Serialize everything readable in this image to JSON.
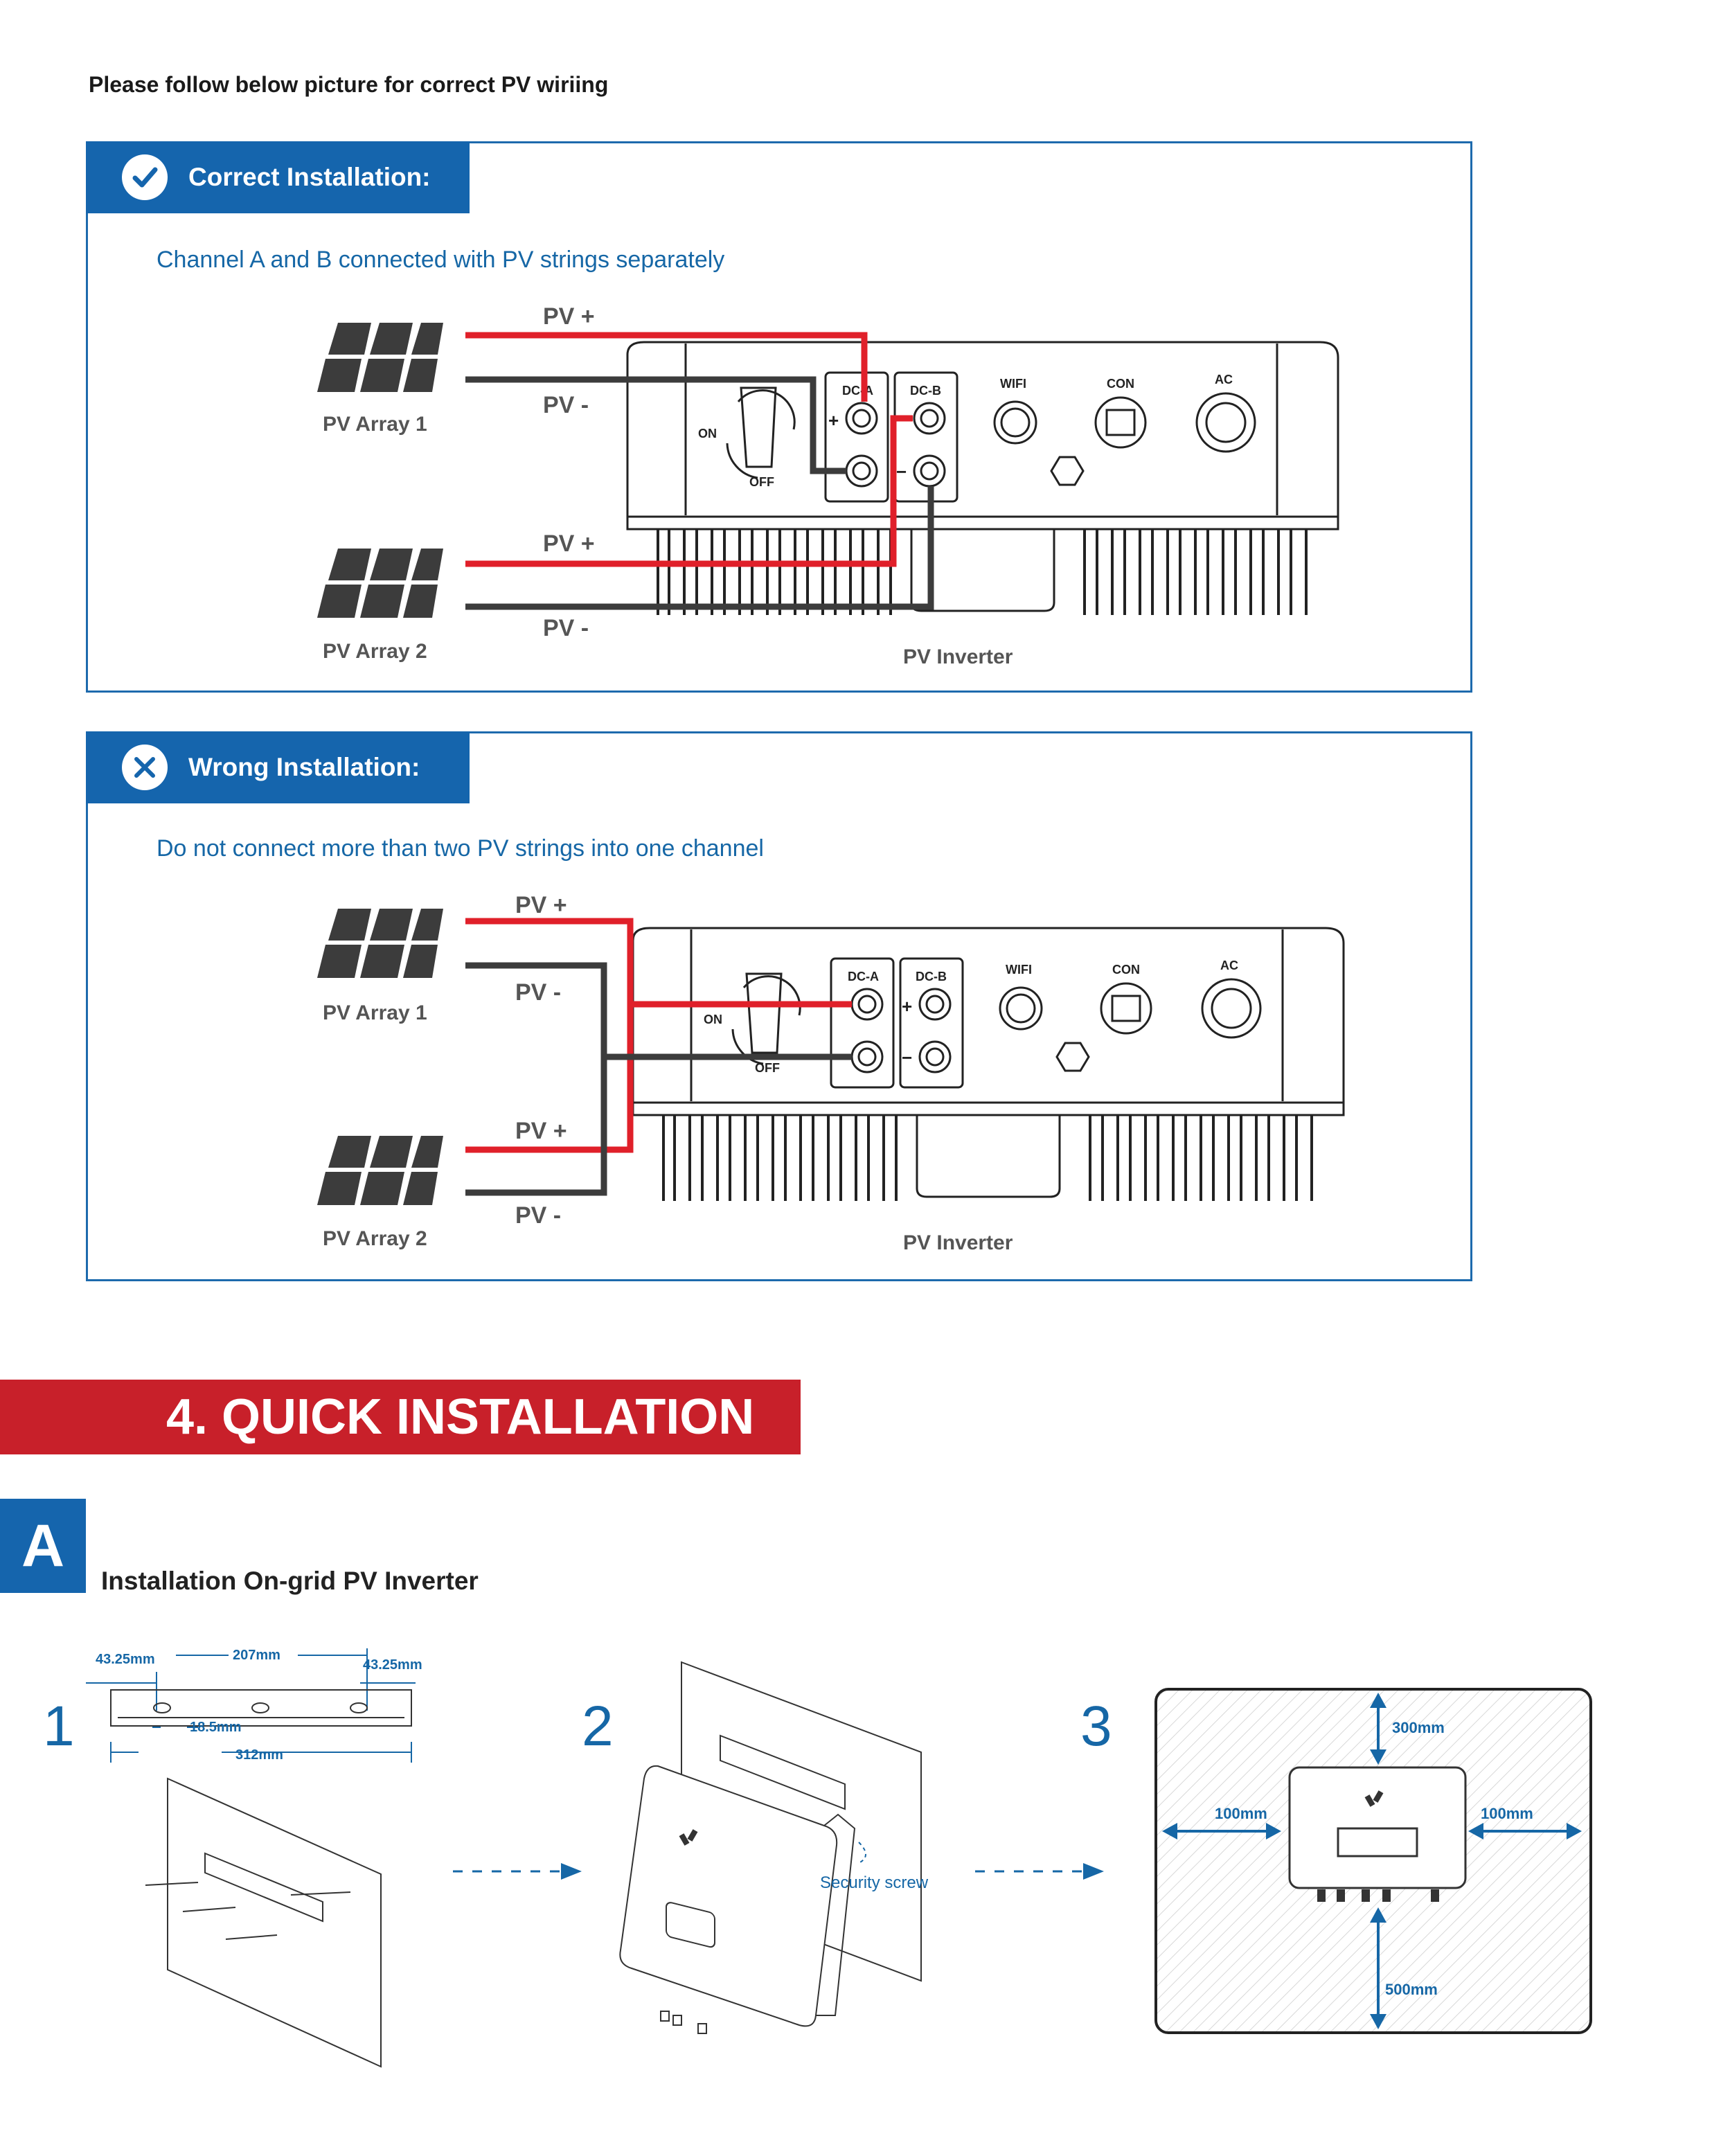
{
  "intro": "Please follow below picture for correct PV wiriing",
  "correct": {
    "title": "Correct Installation:",
    "subtitle": "Channel A and B connected with PV strings separately"
  },
  "wrong": {
    "title": "Wrong Installation:",
    "subtitle": "Do not connect more than two PV strings into one channel"
  },
  "labels": {
    "pv_plus": "PV +",
    "pv_minus": "PV -",
    "array1": "PV Array 1",
    "array2": "PV Array 2",
    "inverter": "PV Inverter",
    "dca": "DC-A",
    "dcb": "DC-B",
    "wifi": "WIFI",
    "con": "CON",
    "ac": "AC",
    "on": "ON",
    "off": "OFF",
    "plus": "+",
    "minus": "−"
  },
  "section": {
    "title": "4. QUICK INSTALLATION",
    "letter": "A",
    "subtitle": "Installation On-grid PV Inverter"
  },
  "steps": {
    "s1": "1",
    "s2": "2",
    "s3": "3"
  },
  "dims": {
    "left": "43.25mm",
    "center": "207mm",
    "right": "43.25mm",
    "hole": "18.5mm",
    "total": "312mm"
  },
  "security": "Security screw",
  "clearance": {
    "top": "300mm",
    "left": "100mm",
    "right": "100mm",
    "bottom": "500mm"
  },
  "colors": {
    "brand_blue": "#1565ad",
    "section_red": "#c8202a",
    "wire_red": "#e0202a",
    "wire_dark": "#3c3c3c"
  }
}
